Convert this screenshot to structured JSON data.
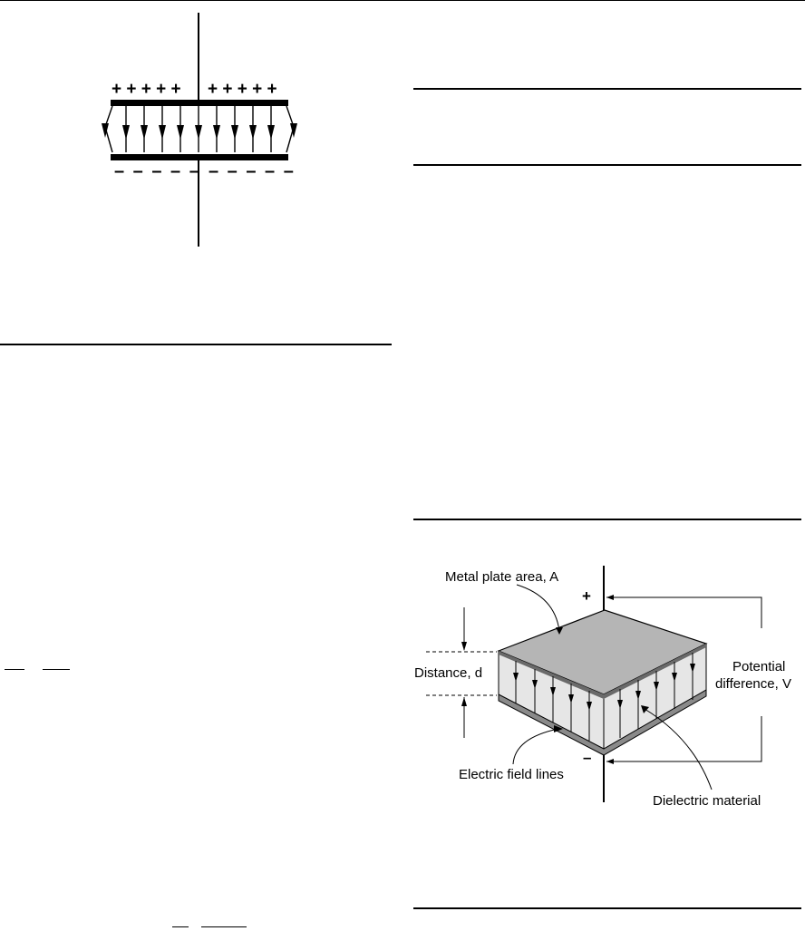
{
  "figure_top": {
    "plus_left": "+ + + + +",
    "plus_right": "+ + + + +",
    "minus_left": "– – – – –",
    "minus_right": "– – – – –"
  },
  "figure_bottom": {
    "label_plate_area": "Metal plate area, A",
    "label_plus": "+",
    "label_distance": "Distance, d",
    "label_potential_1": "Potential",
    "label_potential_2": "difference, V",
    "label_minus": "–",
    "label_field_lines": "Electric field lines",
    "label_dielectric": "Dielectric material"
  },
  "colors": {
    "plate_gray": "#b5b5b5",
    "dielectric_gray": "#e6e6e6",
    "bottom_plate_gray": "#8a8a8a"
  }
}
